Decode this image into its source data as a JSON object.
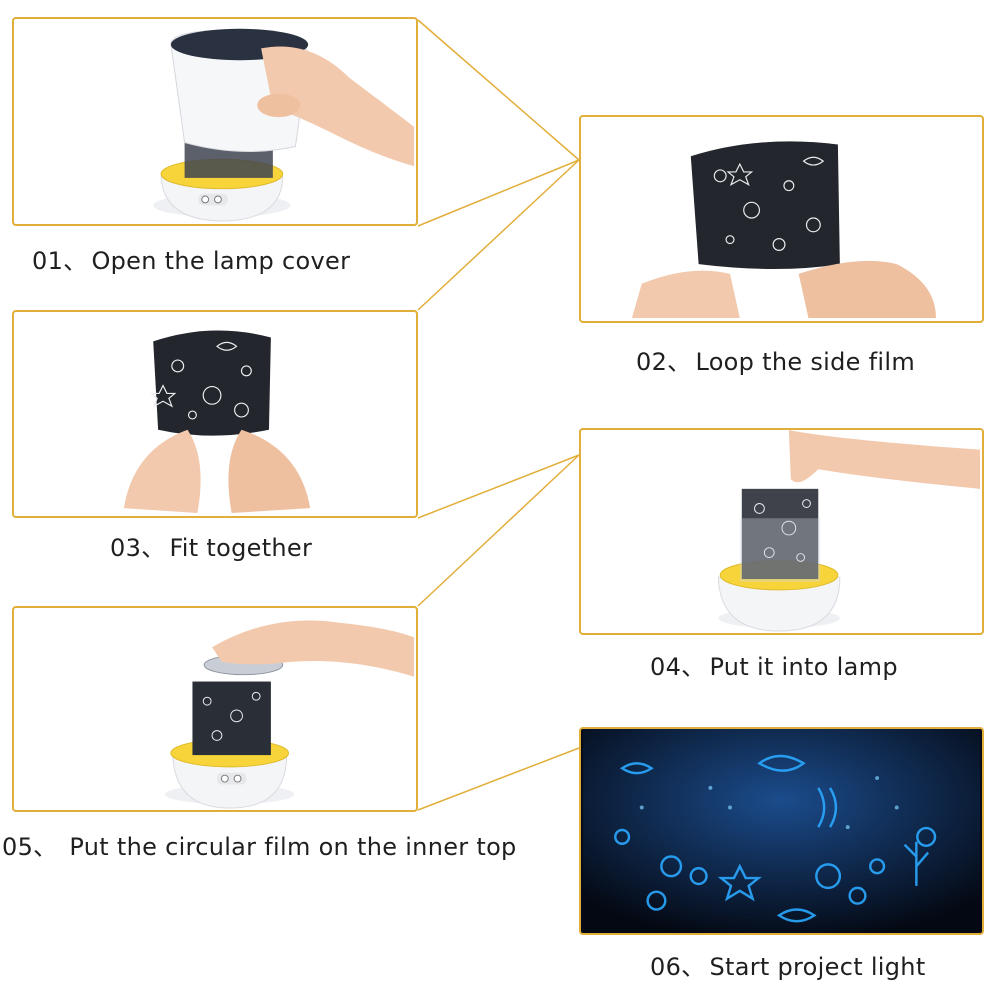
{
  "colors": {
    "frame_border": "#e2ae3a",
    "connector": "#e2ae3a",
    "caption_text": "#1f1f1f",
    "night_blue": "#2aa8ff"
  },
  "steps": [
    {
      "number": "01、",
      "text": "Open the lamp cover"
    },
    {
      "number": "02、",
      "text": "Loop the side film"
    },
    {
      "number": "03、",
      "text": "Fit together"
    },
    {
      "number": "04、",
      "text": "Put it into lamp"
    },
    {
      "number": "05、",
      "text": " Put the circular film on the inner top"
    },
    {
      "number": "06、",
      "text": "Start project light"
    }
  ]
}
